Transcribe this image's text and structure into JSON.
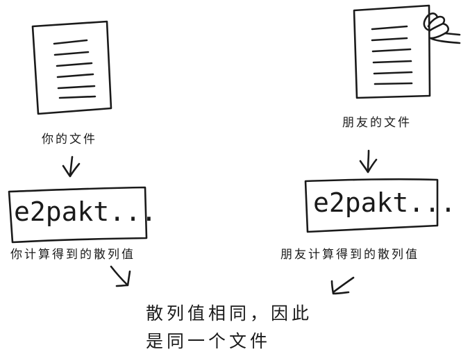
{
  "left": {
    "file_label": "你的文件",
    "hash_text": "e2pakt...",
    "hash_label": "你计算得到的散列值"
  },
  "right": {
    "file_label": "朋友的文件",
    "hash_text": "e2pakt...",
    "hash_label": "朋友计算得到的散列值"
  },
  "conclusion": {
    "line1": "散列值相同，因此",
    "line2": "是同一个文件"
  },
  "icons": {
    "left_document": "document-icon",
    "right_document": "document-held-by-hand-icon"
  },
  "colors": {
    "ink": "#1a1a1a",
    "background": "#ffffff"
  }
}
